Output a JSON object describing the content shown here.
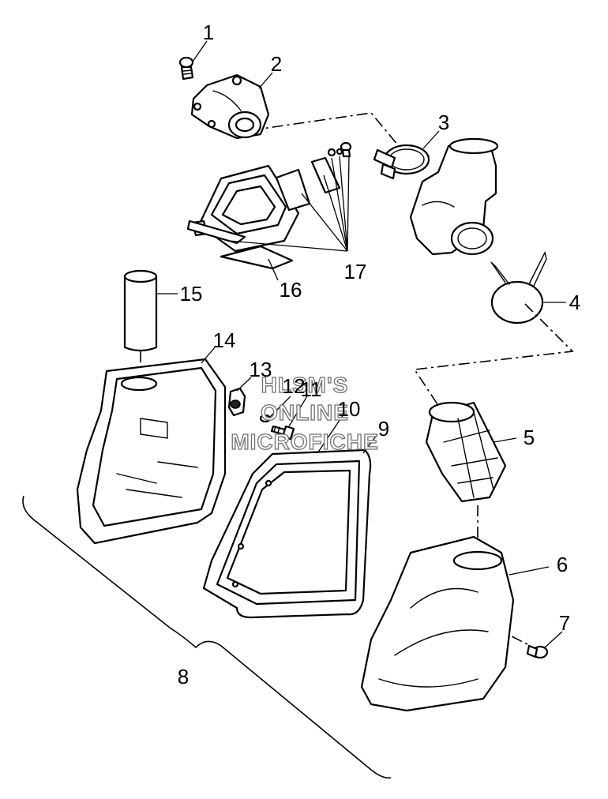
{
  "callouts": {
    "c1": "1",
    "c2": "2",
    "c3": "3",
    "c4": "4",
    "c5": "5",
    "c6": "6",
    "c7": "7",
    "c8": "8",
    "c9": "9",
    "c10": "10",
    "c11": "11",
    "c12": "12",
    "c13": "13",
    "c14": "14",
    "c15": "15",
    "c16": "16",
    "c17": "17"
  },
  "watermark": {
    "line1": "HLSM'S",
    "line2": "ONLINE",
    "line3": "MICROFICHE"
  },
  "icons": {
    "bolt": "bolt-icon",
    "clamp": "hose-clamp-icon",
    "filter": "filter-element-icon"
  },
  "colors": {
    "line": "#000000",
    "background": "#ffffff",
    "watermark_outline": "#707070"
  }
}
